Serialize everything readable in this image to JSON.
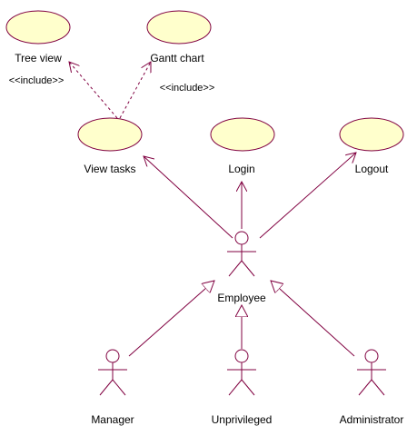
{
  "colors": {
    "line": "#800040",
    "usecase_fill": "#FFFFCC",
    "text": "#000000",
    "background": "#FFFFFF"
  },
  "use_cases": {
    "tree_view": "Tree view",
    "gantt_chart": "Gantt chart",
    "view_tasks": "View tasks",
    "login": "Login",
    "logout": "Logout"
  },
  "actors": {
    "employee": "Employee",
    "manager": "Manager",
    "unprivileged": "Unprivileged",
    "administrator": "Administrator"
  },
  "relations": {
    "include_left": "<<include>>",
    "include_right": "<<include>>"
  }
}
